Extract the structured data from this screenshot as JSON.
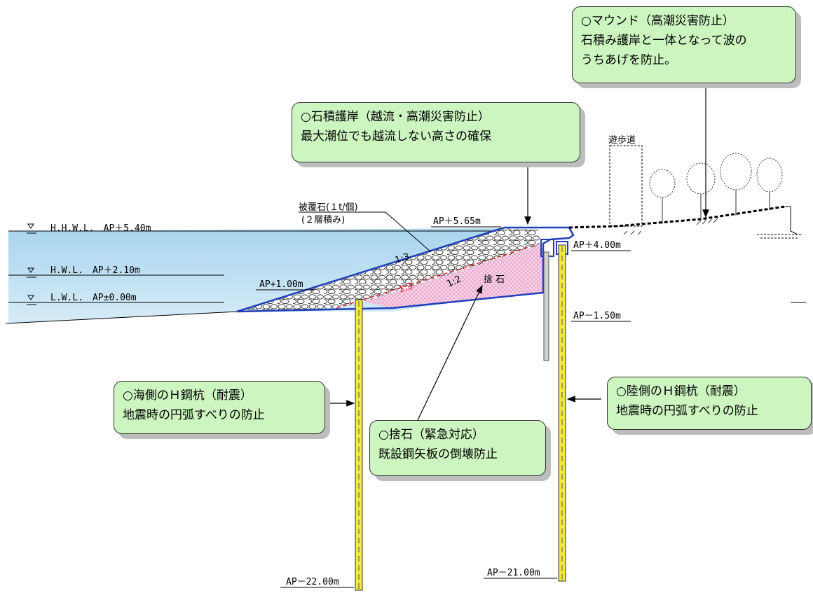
{
  "levels": {
    "hhwl": "H.H.W.L.　AP＋5.40m",
    "hwl": "H.W.L.　AP＋2.10m",
    "lwl": "L.W.L.　AP±0.00m",
    "crest": "AP＋5.65m",
    "toe": "AP+1.00m",
    "land": "AP＋4.00m",
    "sheet_pile_bottom": "AP－1.50m",
    "sea_pile_bottom": "AP－22.00m",
    "land_pile_bottom": "AP－21.00m"
  },
  "labels": {
    "armor_stone_line1": "被覆石(１t/個)",
    "armor_stone_line2": "(２層積み)",
    "rubble": "捨 石",
    "slope_upper": "1:3",
    "slope_red": "1:3",
    "slope_12": "1:2",
    "promenade": "遊歩道"
  },
  "callouts": {
    "mound": [
      "○マウンド（高潮災害防止）",
      "石積み護岸と一体となって波の",
      "うちあげを防止。"
    ],
    "revetment": [
      "○石積護岸（越流・高潮災害防止）",
      "最大潮位でも越流しない高さの確保"
    ],
    "sea_pile": [
      "○海側のＨ鋼杭（耐震）",
      "地震時の円弧すべりの防止"
    ],
    "land_pile": [
      "○陸側のＨ鋼杭（耐震）",
      "地震時の円弧すべりの防止"
    ],
    "rubble": [
      "○捨石（緊急対応）",
      "既設鋼矢板の倒壊防止"
    ]
  },
  "colors": {
    "callout_fill": "#ccf5c0",
    "water_top": "#a9d4ee",
    "pile_fill": "#f2ea3a",
    "rubble_fill": "#f7d3e8",
    "outline_blue": "#1f3fb8"
  }
}
